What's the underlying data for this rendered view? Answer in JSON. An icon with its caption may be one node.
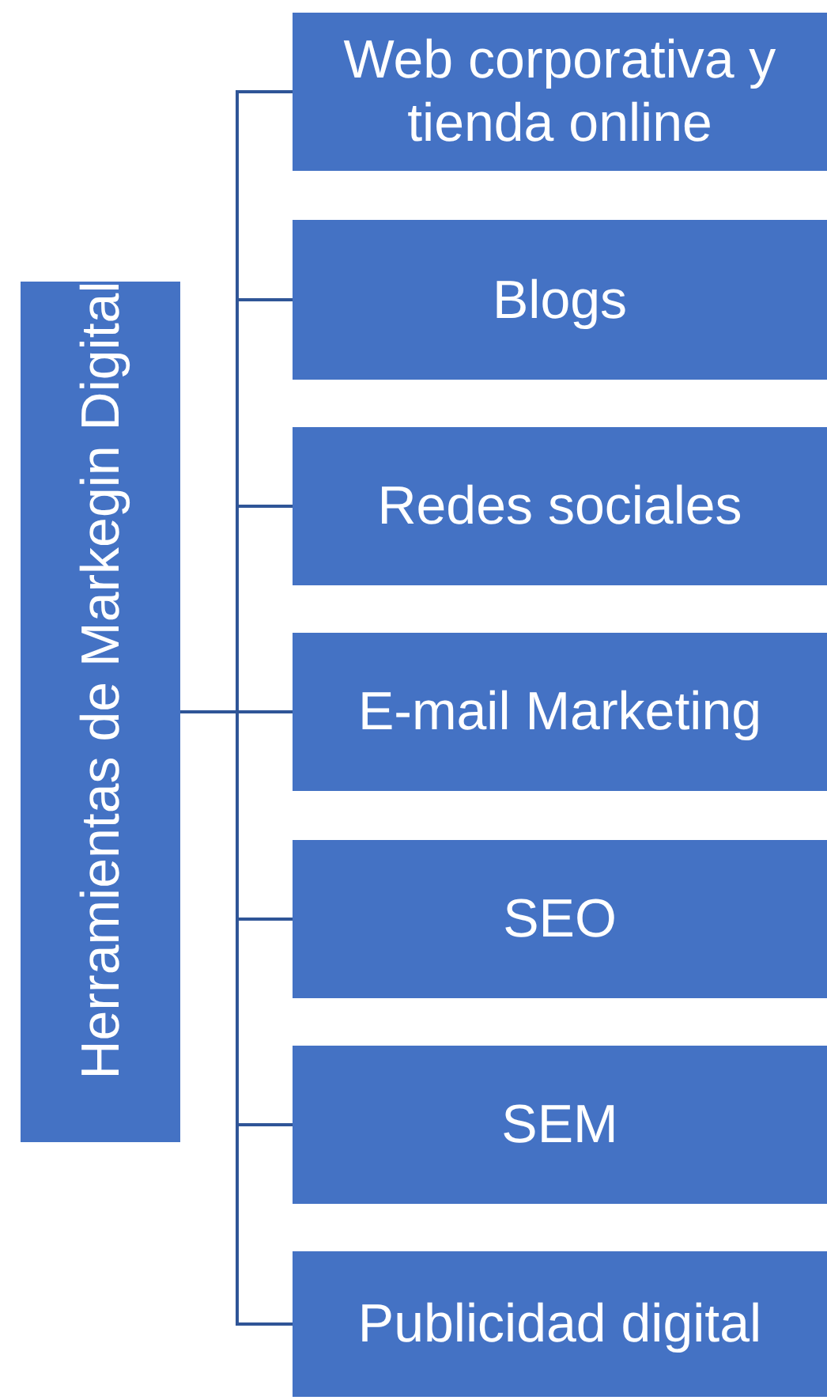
{
  "diagram": {
    "nodes": [
      {
        "text": [
          "Herramientas de Markegin Digital"
        ]
      },
      {
        "text": [
          "Web corporativa y tienda online"
        ]
      },
      {
        "text": [
          "Blogs"
        ]
      },
      {
        "text": [
          "Redes sociales"
        ]
      },
      {
        "text": [
          "E-mail Marketing"
        ]
      },
      {
        "text": [
          "SEO"
        ]
      },
      {
        "text": [
          "SEM"
        ]
      },
      {
        "text": [
          "Publicidad digital"
        ]
      }
    ],
    "edges": [
      {
        "from": 0,
        "to": 1,
        "arrow": "none"
      },
      {
        "from": 0,
        "to": 2,
        "arrow": "none"
      },
      {
        "from": 0,
        "to": 3,
        "arrow": "none"
      },
      {
        "from": 0,
        "to": 4,
        "arrow": "none"
      },
      {
        "from": 0,
        "to": 5,
        "arrow": "none"
      },
      {
        "from": 0,
        "to": 6,
        "arrow": "none"
      },
      {
        "from": 0,
        "to": 7,
        "arrow": "none"
      }
    ]
  }
}
